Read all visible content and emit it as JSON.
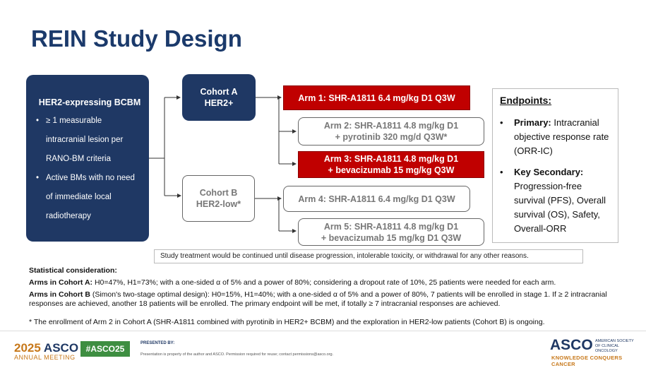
{
  "title": "REIN Study Design",
  "population": {
    "heading": "HER2-expressing BCBM",
    "bullets": [
      "≥ 1 measurable intracranial lesion per RANO-BM criteria",
      "Active BMs with no need of immediate local radiotherapy"
    ]
  },
  "cohort_a": {
    "line1": "Cohort A",
    "line2": "HER2+"
  },
  "cohort_b": {
    "line1": "Cohort B",
    "line2": "HER2-low*"
  },
  "arms": {
    "arm1": {
      "line1": "Arm 1: SHR-A1811 6.4 mg/kg D1 Q3W"
    },
    "arm2": {
      "line1": "Arm 2: SHR-A1811 4.8 mg/kg D1",
      "line2": "+ pyrotinib 320 mg/d Q3W*"
    },
    "arm3": {
      "line1": "Arm 3: SHR-A1811 4.8 mg/kg D1",
      "line2": "+ bevacizumab 15 mg/kg Q3W"
    },
    "arm4": {
      "line1": "Arm 4: SHR-A1811 6.4 mg/kg D1 Q3W"
    },
    "arm5": {
      "line1": "Arm 5: SHR-A1811 4.8 mg/kg D1",
      "line2": "+ bevacizumab 15 mg/kg D1 Q3W"
    }
  },
  "endpoints": {
    "title": "Endpoints:",
    "primary_label": "Primary:",
    "primary_text": " Intracranial objective response rate (ORR-IC)",
    "secondary_label": "Key Secondary:",
    "secondary_text": " Progression-free survival (PFS), Overall survival (OS), Safety, Overall-ORR"
  },
  "note": "Study treatment would be continued until disease progression, intolerable toxicity, or withdrawal for any other reasons.",
  "stats": {
    "heading": "Statistical consideration:",
    "cohort_a_label": "Arms in Cohort A:",
    "cohort_a_text": " H0=47%, H1=73%; with a one-sided α of 5% and a power of 80%; considering a dropout rate of 10%, 25 patients were needed for each arm.",
    "cohort_b_label": "Arms in Cohort B",
    "cohort_b_text": " (Simon's two-stage optimal design): H0=15%, H1=40%; with a one-sided α of 5% and a power of 80%, 7 patients will be enrolled in stage 1. If ≥ 2 intracranial responses are achieved, another 18 patients will be enrolled. The primary endpoint will be met, if totally ≥ 7 intracranial responses are achieved."
  },
  "footnote": "* The enrollment of Arm 2 in Cohort A (SHR-A1811 combined with pyrotinib in HER2+ BCBM) and the exploration in HER2-low patients (Cohort B) is ongoing.",
  "footer": {
    "year": "2025",
    "asco": "ASCO",
    "annual": "ANNUAL MEETING",
    "hashtag": "#ASCO25",
    "presented_by": "PRESENTED BY:",
    "copyright": "Presentation is property of the author and ASCO. Permission required for reuse; contact permissions@asco.org.",
    "logo": "ASCO",
    "society": "AMERICAN SOCIETY OF CLINICAL ONCOLOGY",
    "tagline": "KNOWLEDGE CONQUERS CANCER"
  },
  "colors": {
    "navy": "#1f3864",
    "red": "#c00000",
    "orange": "#c7781a",
    "green": "#3e8e41"
  }
}
